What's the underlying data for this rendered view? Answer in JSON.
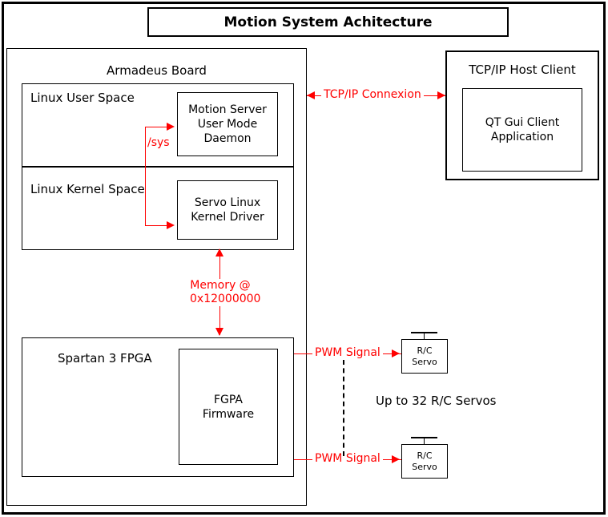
{
  "title": {
    "text": "Motion System Achitecture"
  },
  "colors": {
    "connector": "#ff0000",
    "outline": "#000000",
    "background": "#ffffff"
  },
  "armadeus": {
    "label": "Armadeus Board",
    "user_space": {
      "label": "Linux User Space",
      "component": "Motion Server\nUser Mode\nDaemon",
      "component_lines": [
        "Motion Server",
        "User Mode",
        "Daemon"
      ]
    },
    "kernel_space": {
      "label": "Linux Kernel Space",
      "component": "Servo Linux\nKernel Driver",
      "component_lines": [
        "Servo Linux",
        "Kernel Driver"
      ]
    },
    "fpga": {
      "label": "Spartan 3 FPGA",
      "component": "FGPA\nFirmware",
      "component_lines": [
        "FGPA",
        "Firmware"
      ]
    }
  },
  "host_client": {
    "label": "TCP/IP Host Client",
    "component": "QT Gui Client\nApplication",
    "component_lines": [
      "QT Gui Client",
      "Application"
    ]
  },
  "connectors": {
    "sys": "/sys",
    "tcpip": "TCP/IP Connexion",
    "memory_line1": "Memory @",
    "memory_line2": "0x12000000",
    "memory": "Memory @ 0x12000000",
    "pwm_1": "PWM Signal",
    "pwm_2": "PWM Signal"
  },
  "servos": {
    "count_note": "Up to 32 R/C Servos",
    "items": [
      {
        "line1": "R/C",
        "line2": "Servo"
      },
      {
        "line1": "R/C",
        "line2": "Servo"
      }
    ]
  }
}
